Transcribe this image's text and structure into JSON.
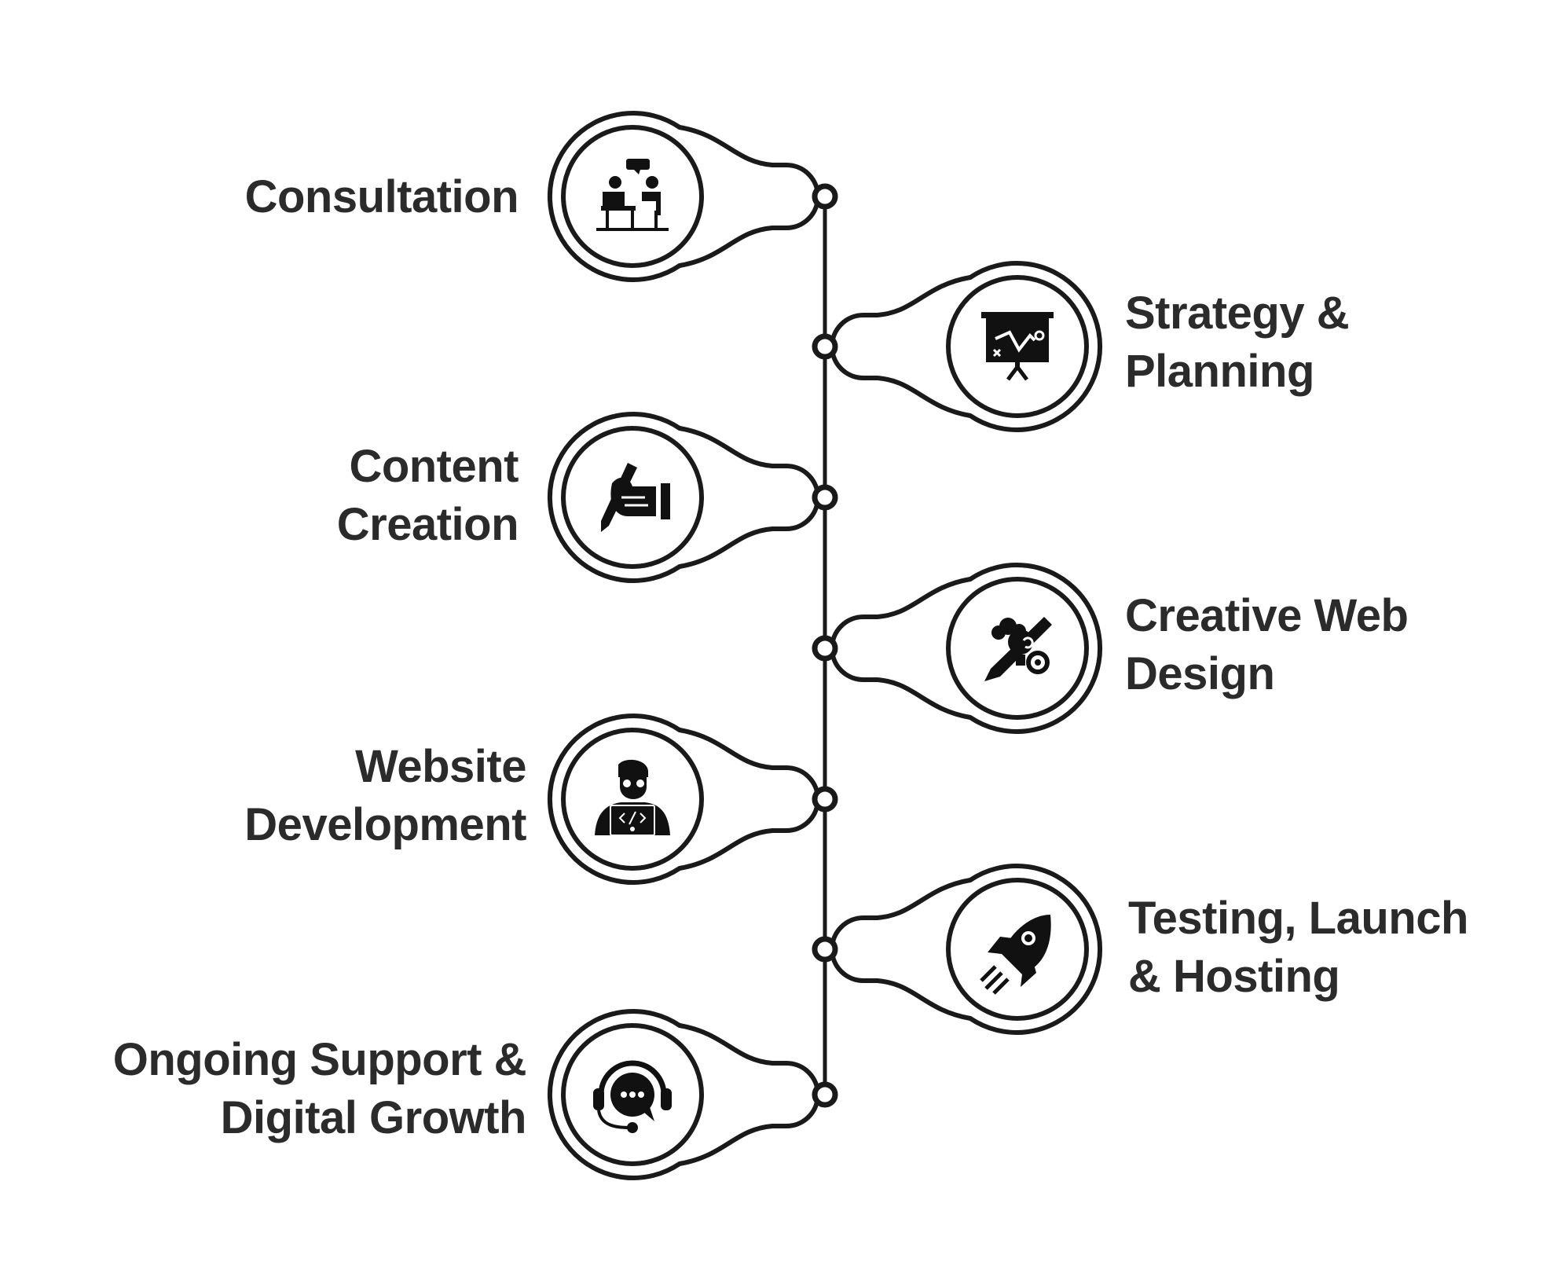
{
  "steps": [
    {
      "id": "consultation",
      "icon": "consultation-icon",
      "side": "left",
      "lines": [
        "Consultation"
      ]
    },
    {
      "id": "strategy",
      "icon": "strategy-board-icon",
      "side": "right",
      "lines": [
        "Strategy &",
        "Planning"
      ]
    },
    {
      "id": "content",
      "icon": "writing-hand-icon",
      "side": "left",
      "lines": [
        "Content",
        "Creation"
      ]
    },
    {
      "id": "design",
      "icon": "creative-design-icon",
      "side": "right",
      "lines": [
        "Creative Web",
        "Design"
      ]
    },
    {
      "id": "development",
      "icon": "developer-icon",
      "side": "left",
      "lines": [
        "Website",
        "Development"
      ]
    },
    {
      "id": "testing",
      "icon": "rocket-icon",
      "side": "right",
      "lines": [
        "Testing, Launch",
        "& Hosting"
      ]
    },
    {
      "id": "support",
      "icon": "support-headset-icon",
      "side": "left",
      "lines": [
        "Ongoing Support &",
        "Digital Growth"
      ]
    }
  ],
  "colors": {
    "ink": "#1a1a1a",
    "text": "#2b2b2b",
    "background": "#ffffff"
  }
}
